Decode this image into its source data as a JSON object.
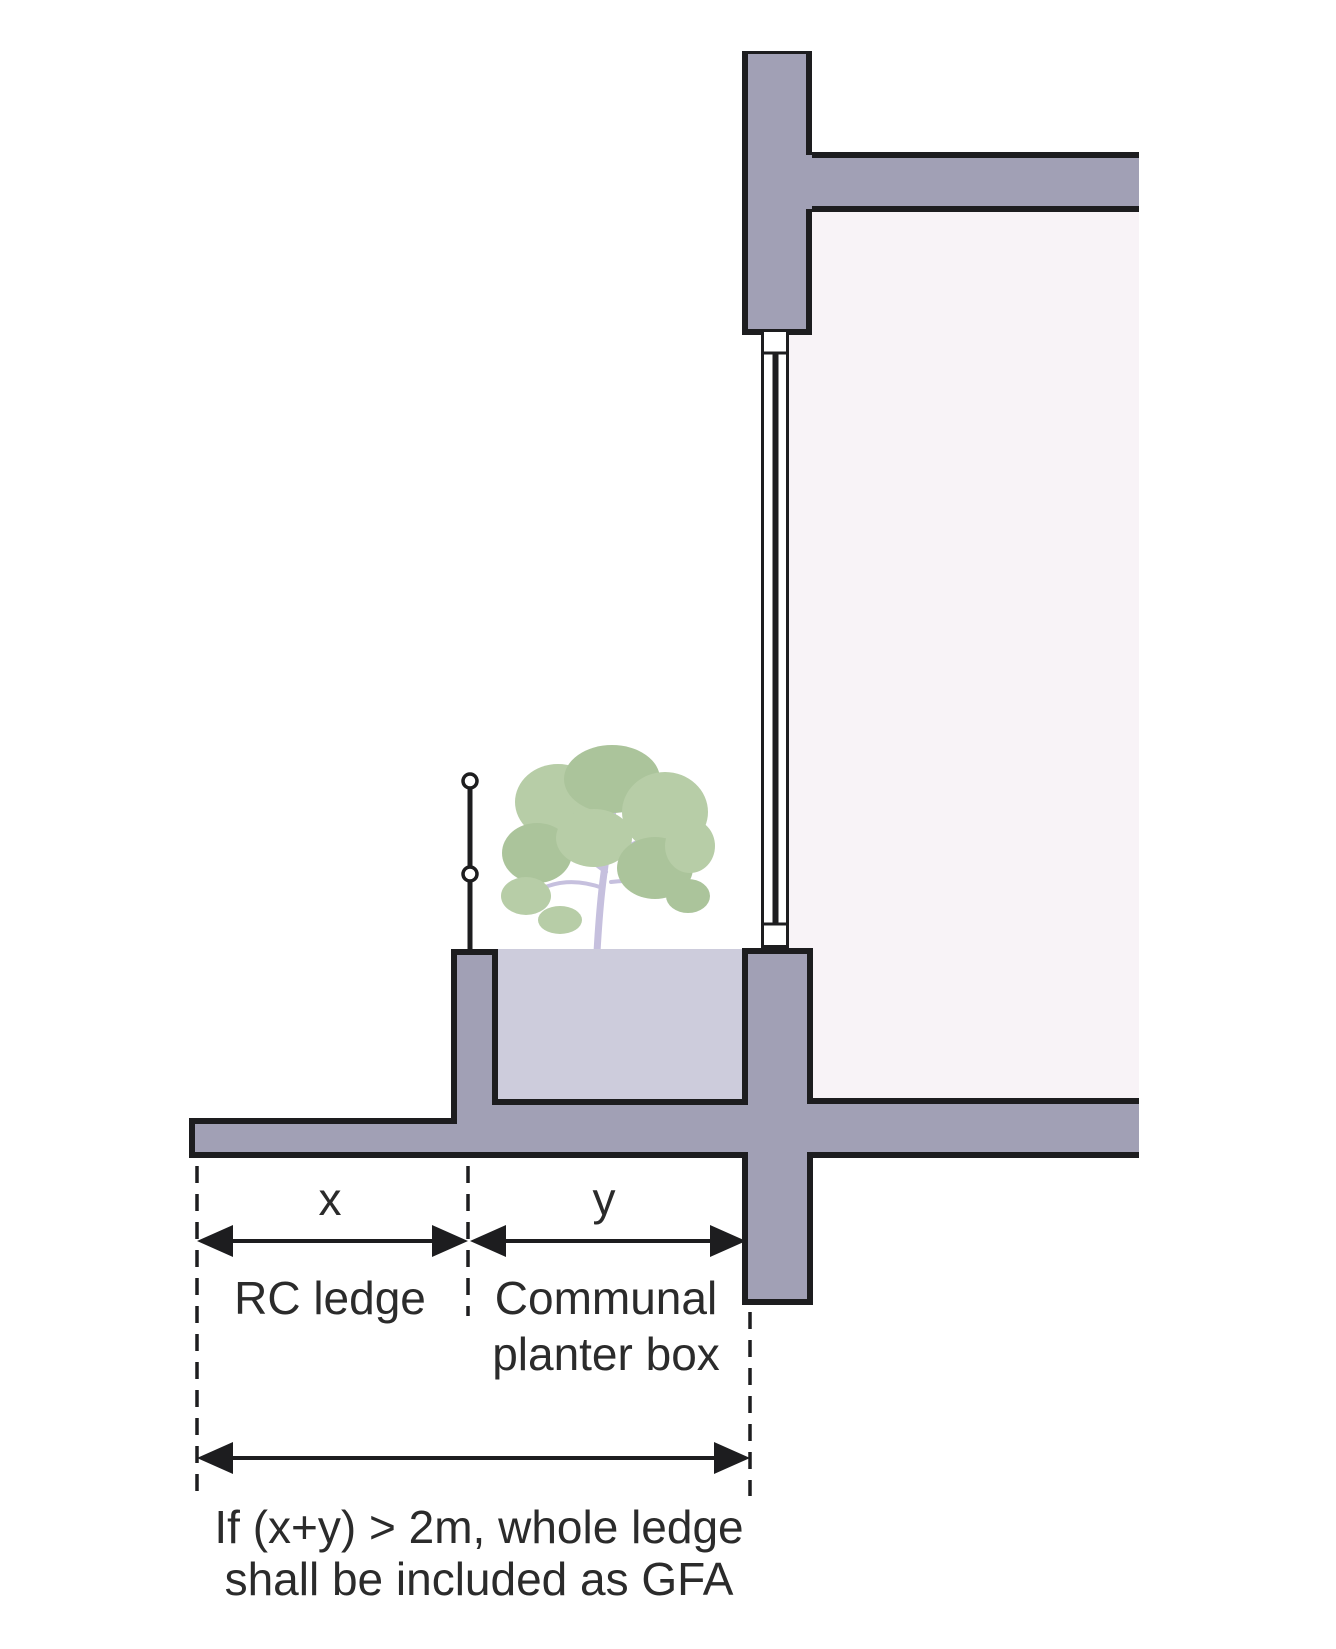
{
  "figure": {
    "type": "architectural-section-diagram",
    "subject": "GFA rule for RC ledge with communal planter box",
    "labels": {
      "dim_x": "x",
      "dim_y": "y",
      "ledge": "RC ledge",
      "planter_line1": "Communal",
      "planter_line2": "planter box"
    },
    "note": {
      "line1": "If (x+y) > 2m, whole ledge",
      "line2": "shall be included as GFA"
    },
    "colors": {
      "structure_fill": "#a1a0b5",
      "planter_soil_fill": "#cdccdc",
      "interior_fill": "#f8f3f7",
      "window_fill": "#ffffff",
      "outline": "#1d1d1f",
      "text_color": "#2b2b2b",
      "foliage": "#b7cda7",
      "foliage_dark": "#abc49b",
      "trunk": "#c6c0de"
    }
  }
}
